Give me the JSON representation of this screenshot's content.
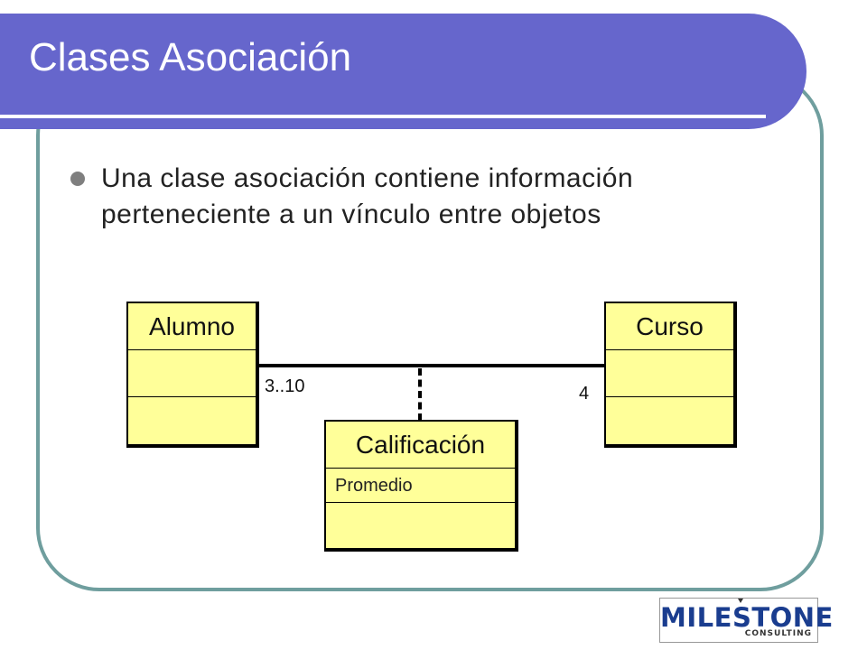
{
  "slide": {
    "title": "Clases Asociación",
    "bullet": "Una clase asociación contiene información perteneciente a un vínculo entre objetos"
  },
  "diagram": {
    "classes": {
      "alumno": {
        "name": "Alumno"
      },
      "curso": {
        "name": "Curso"
      },
      "calificacion": {
        "name": "Calificación",
        "attribute": "Promedio"
      }
    },
    "multiplicity_left": "3..10",
    "multiplicity_right": "4"
  },
  "logo": {
    "name": "MILESTONE",
    "subtitle": "CONSULTING"
  },
  "colors": {
    "title_bar": "#6666cc",
    "frame": "#6f9e9e",
    "class_fill": "#ffff99"
  }
}
